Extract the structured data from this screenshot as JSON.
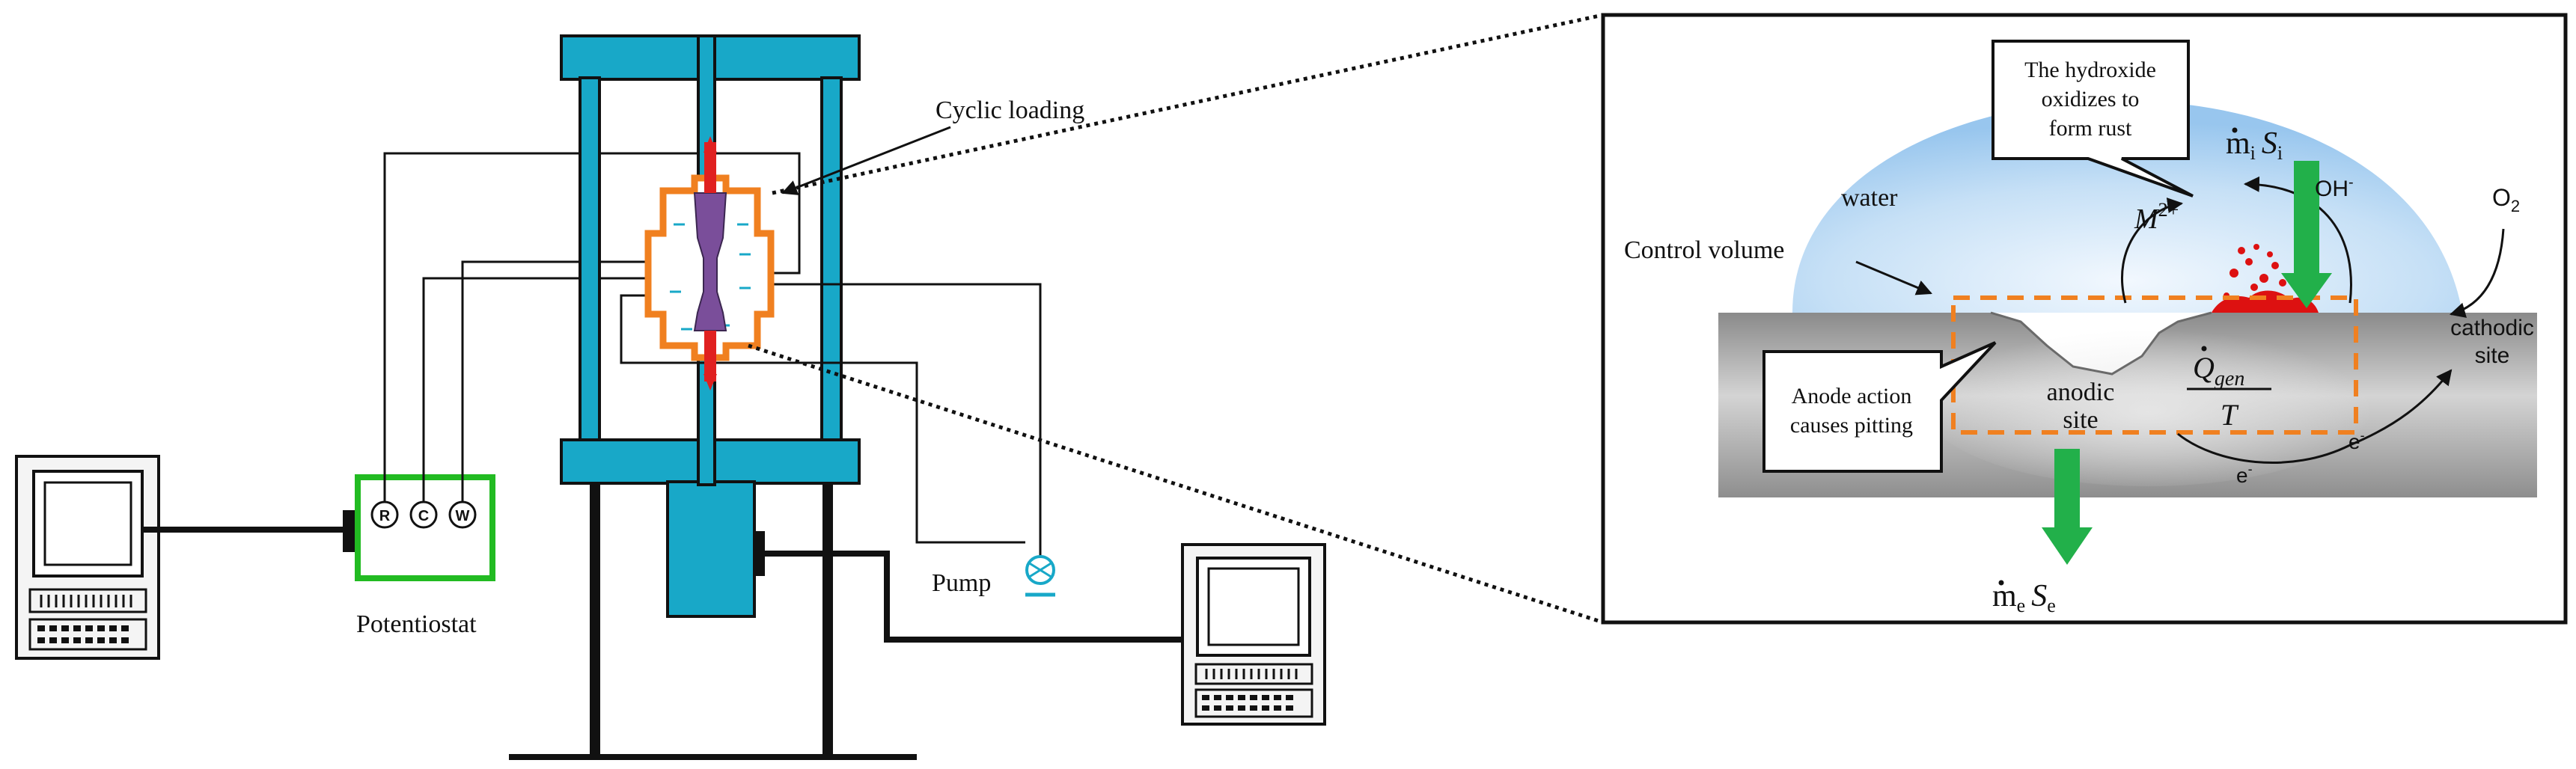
{
  "labels": {
    "cyclic_loading": "Cyclic loading",
    "potentiostat": "Potentiostat",
    "pump": "Pump",
    "water": "water",
    "control_volume": "Control volume",
    "oxygen": "O",
    "oxygen_sub": "2",
    "hydroxide": "OH",
    "hydroxide_sup": "-",
    "metal_ion": "M",
    "metal_ion_sup": "2+",
    "anodic_site_1": "anodic",
    "anodic_site_2": "site",
    "cathodic_site_1": "cathodic",
    "cathodic_site_2": "site",
    "electron_1": "e",
    "electron_2": "e",
    "electron_sup": "-",
    "q_gen": "Q",
    "q_gen_sub": "gen",
    "q_gen_den": "T",
    "mass_in_m": "m",
    "mass_in_i": "i",
    "mass_in_s": "S",
    "mass_in_si": "i",
    "mass_out_m": "m",
    "mass_out_e": "e",
    "mass_out_s": "S",
    "mass_out_se": "e"
  },
  "callouts": {
    "hydroxide_line1": "The hydroxide",
    "hydroxide_line2": "oxidizes to",
    "hydroxide_line3": "form rust",
    "anode_line1": "Anode action",
    "anode_line2": "causes pitting"
  },
  "electrodes": [
    "R",
    "C",
    "W"
  ],
  "colors": {
    "frame": "#18a8c8",
    "chamber": "#f08020",
    "specimen": "#7a4e9a",
    "rod": "#e02020",
    "potentiostat": "#22bb22",
    "flux_arrow": "#22b04a",
    "rust": "#dd1111",
    "dashed_box": "#f08020",
    "water_drop": "#a8cff0",
    "metal": "#9c9c9c"
  }
}
